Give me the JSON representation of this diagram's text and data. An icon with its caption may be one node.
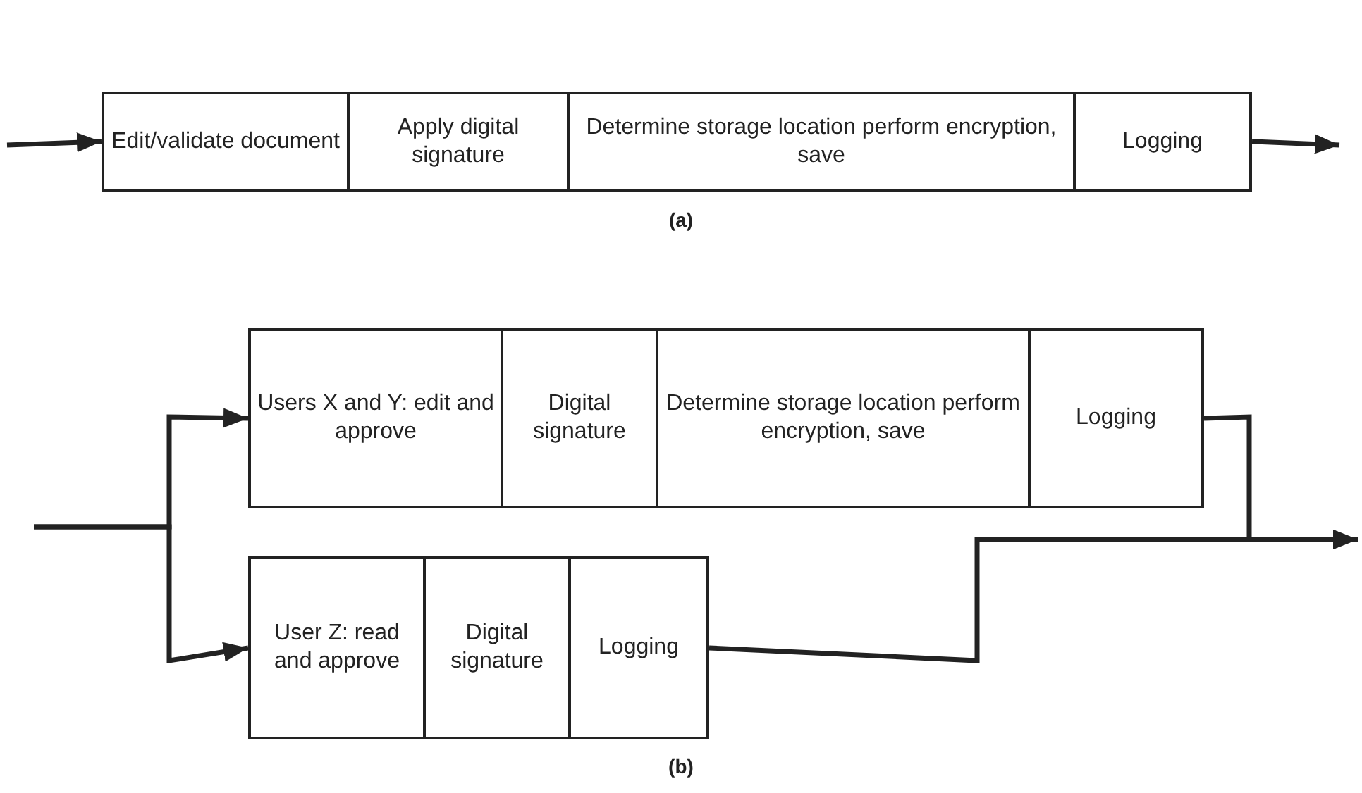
{
  "diagram": {
    "nodes": [
      {
        "text": [
          "Edit/validate document"
        ]
      },
      {
        "text": [
          "Apply digital signature"
        ]
      },
      {
        "text": [
          "Determine storage location perform encryption, save"
        ]
      },
      {
        "text": [
          "Logging"
        ]
      },
      {
        "text": [
          "Users X and Y: edit and approve"
        ]
      },
      {
        "text": [
          "Digital signature"
        ]
      },
      {
        "text": [
          "Determine storage location perform encryption, save"
        ]
      },
      {
        "text": [
          "Logging"
        ]
      },
      {
        "text": [
          "User Z: read and approve"
        ]
      },
      {
        "text": [
          "Digital signature"
        ]
      },
      {
        "text": [
          "Logging"
        ]
      }
    ],
    "edges": [
      {
        "from": null,
        "to": 0,
        "arrow": "to"
      },
      {
        "from": 3,
        "to": null,
        "arrow": "to"
      },
      {
        "from": null,
        "to": 4,
        "arrow": "to"
      },
      {
        "from": null,
        "to": 8,
        "arrow": "to"
      },
      {
        "from": 7,
        "to": null,
        "arrow": "to"
      },
      {
        "from": 10,
        "to": null,
        "arrow": "to"
      }
    ],
    "labels": [
      "(a)",
      "(b)"
    ]
  }
}
